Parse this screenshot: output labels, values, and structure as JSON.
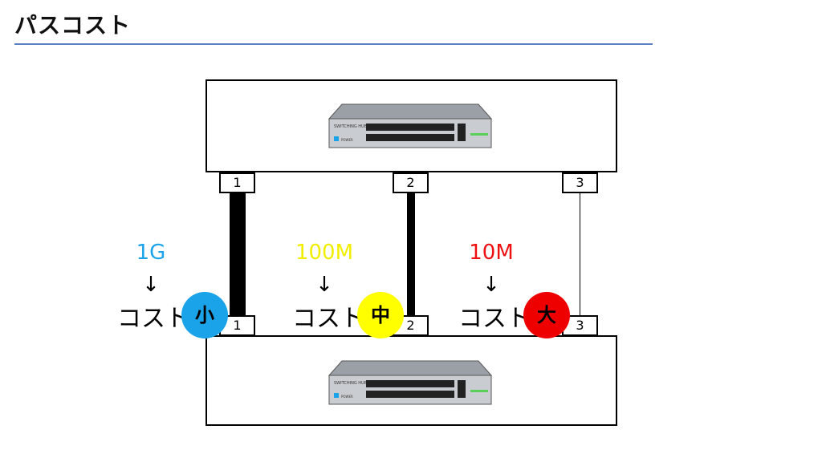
{
  "title": "パスコスト",
  "ports_top": [
    "1",
    "2",
    "3"
  ],
  "ports_bottom": [
    "1",
    "2",
    "3"
  ],
  "links": [
    {
      "speed": "1G",
      "speed_color": "#1aa3e8",
      "arrow": "↓",
      "cost_label": "コスト",
      "badge": "小",
      "badge_color": "#1aa3e8"
    },
    {
      "speed": "100M",
      "speed_color": "#f2ee00",
      "arrow": "↓",
      "cost_label": "コスト",
      "badge": "中",
      "badge_color": "#ffff00"
    },
    {
      "speed": "10M",
      "speed_color": "#ee1111",
      "arrow": "↓",
      "cost_label": "コスト",
      "badge": "大",
      "badge_color": "#ee0000"
    }
  ],
  "switch_label": "SWITCHING HUB",
  "switch_power_label": "POWER"
}
